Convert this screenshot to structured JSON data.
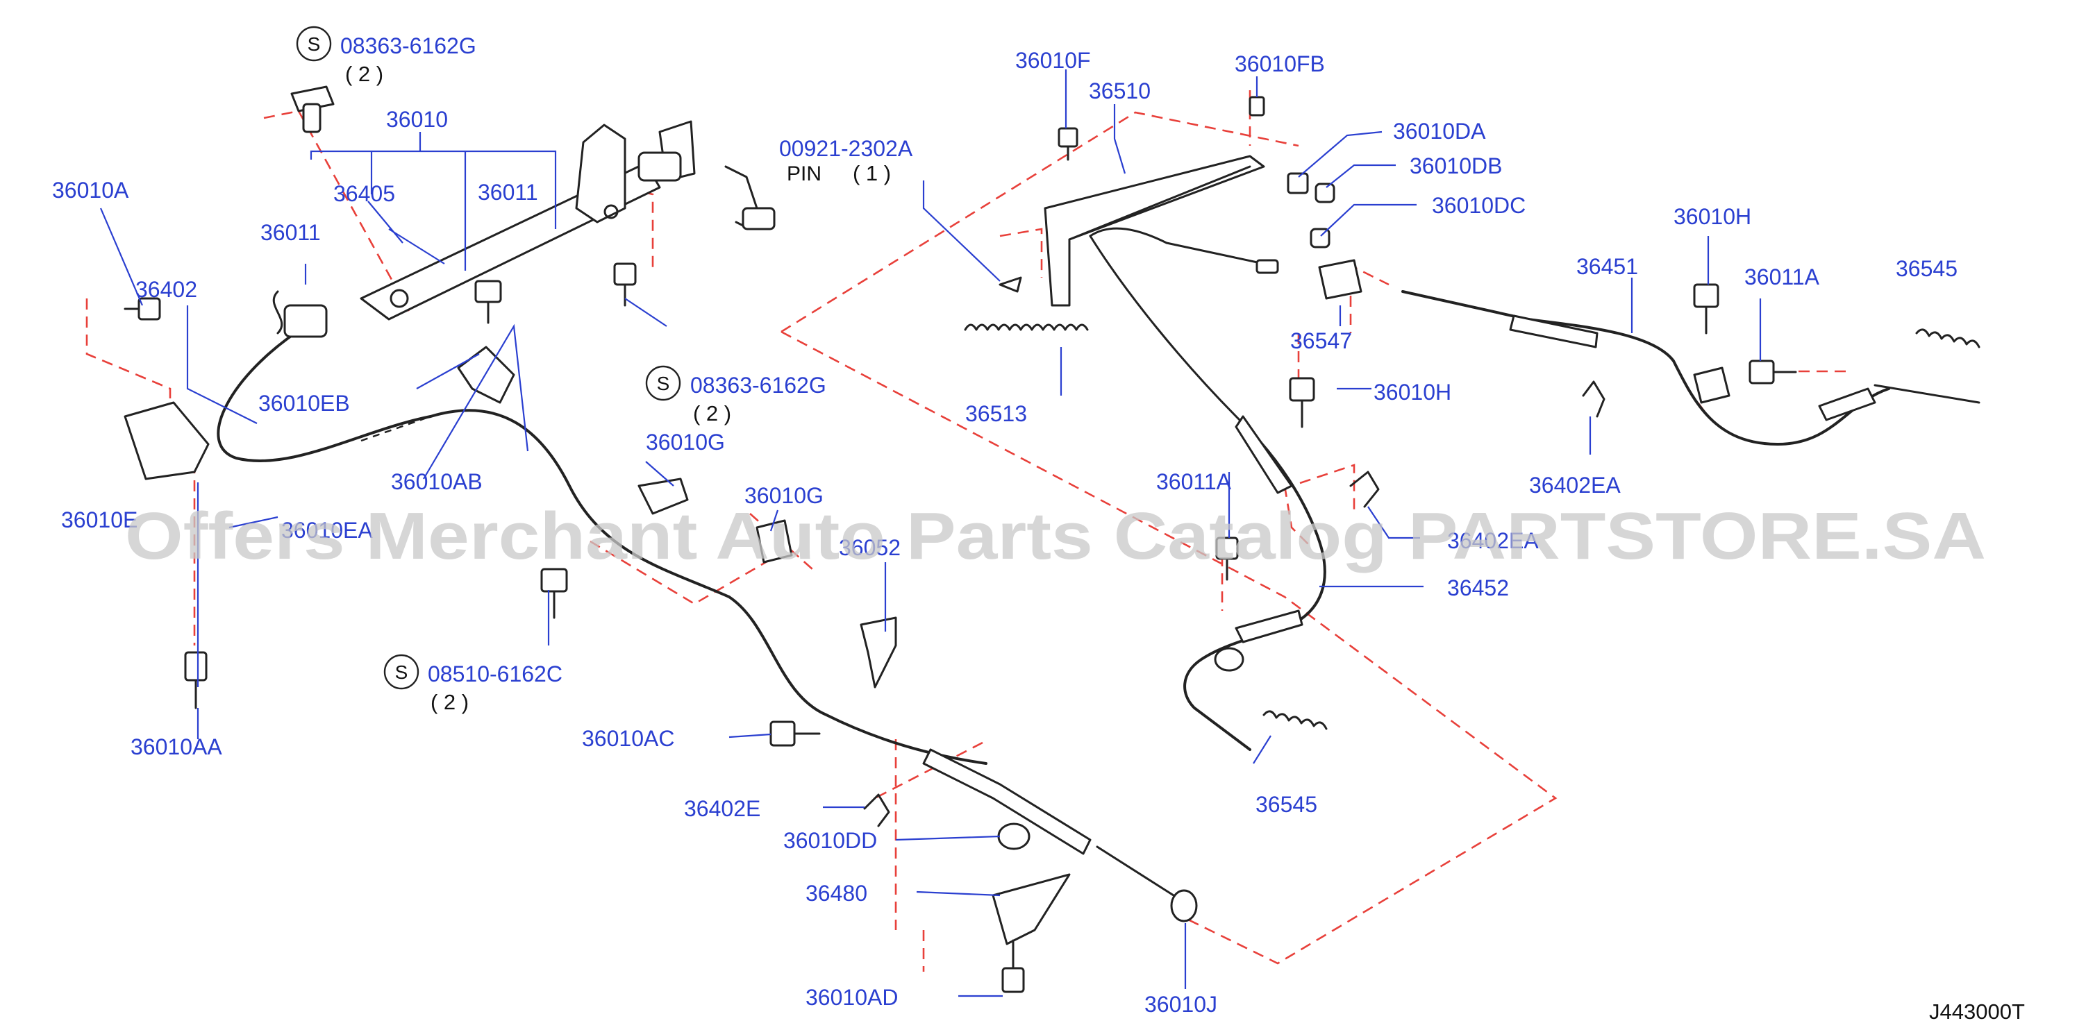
{
  "diagram": {
    "code": "J443000T",
    "watermark": "Offers Merchant Auto Parts Catalog PARTSTORE.SA",
    "colors": {
      "label": "#2a3fd0",
      "dashed": "#e8403a",
      "line": "#222222",
      "watermark": "#c8c8c8"
    },
    "standard_symbol": "S",
    "labels": {
      "p08363_6162G_top": "08363-6162G",
      "qty2_top": "( 2 )",
      "p36010": "36010",
      "p36010A": "36010A",
      "p36405": "36405",
      "p36011_right": "36011",
      "p36011_left": "36011",
      "p36402": "36402",
      "p36010EB": "36010EB",
      "p36010AB": "36010AB",
      "p36010E": "36010E",
      "p36010EA": "36010EA",
      "p36010AA": "36010AA",
      "p36010G_a": "36010G",
      "p36010G_b": "36010G",
      "p36052": "36052",
      "p08363_6162G_mid": "08363-6162G",
      "qty2_mid": "( 2 )",
      "p08510_6162C": "08510-6162C",
      "qty2_bottom": "( 2 )",
      "p36010AC": "36010AC",
      "p36402E": "36402E",
      "p36010DD": "36010DD",
      "p36480": "36480",
      "p36010AD": "36010AD",
      "p36010J": "36010J",
      "p00921_2302A": "00921-2302A",
      "pin_note": "PIN",
      "qty1_pin": "( 1 )",
      "p36010F": "36010F",
      "p36510": "36510",
      "p36010FB": "36010FB",
      "p36010DA": "36010DA",
      "p36010DB": "36010DB",
      "p36010DC": "36010DC",
      "p36513": "36513",
      "p36547": "36547",
      "p36010H_a": "36010H",
      "p36010H_b": "36010H",
      "p36011A_right": "36011A",
      "p36011A_mid": "36011A",
      "p36451": "36451",
      "p36545_right": "36545",
      "p36545_bottom": "36545",
      "p36402EA_a": "36402EA",
      "p36402EA_b": "36402EA",
      "p36452": "36452"
    }
  }
}
